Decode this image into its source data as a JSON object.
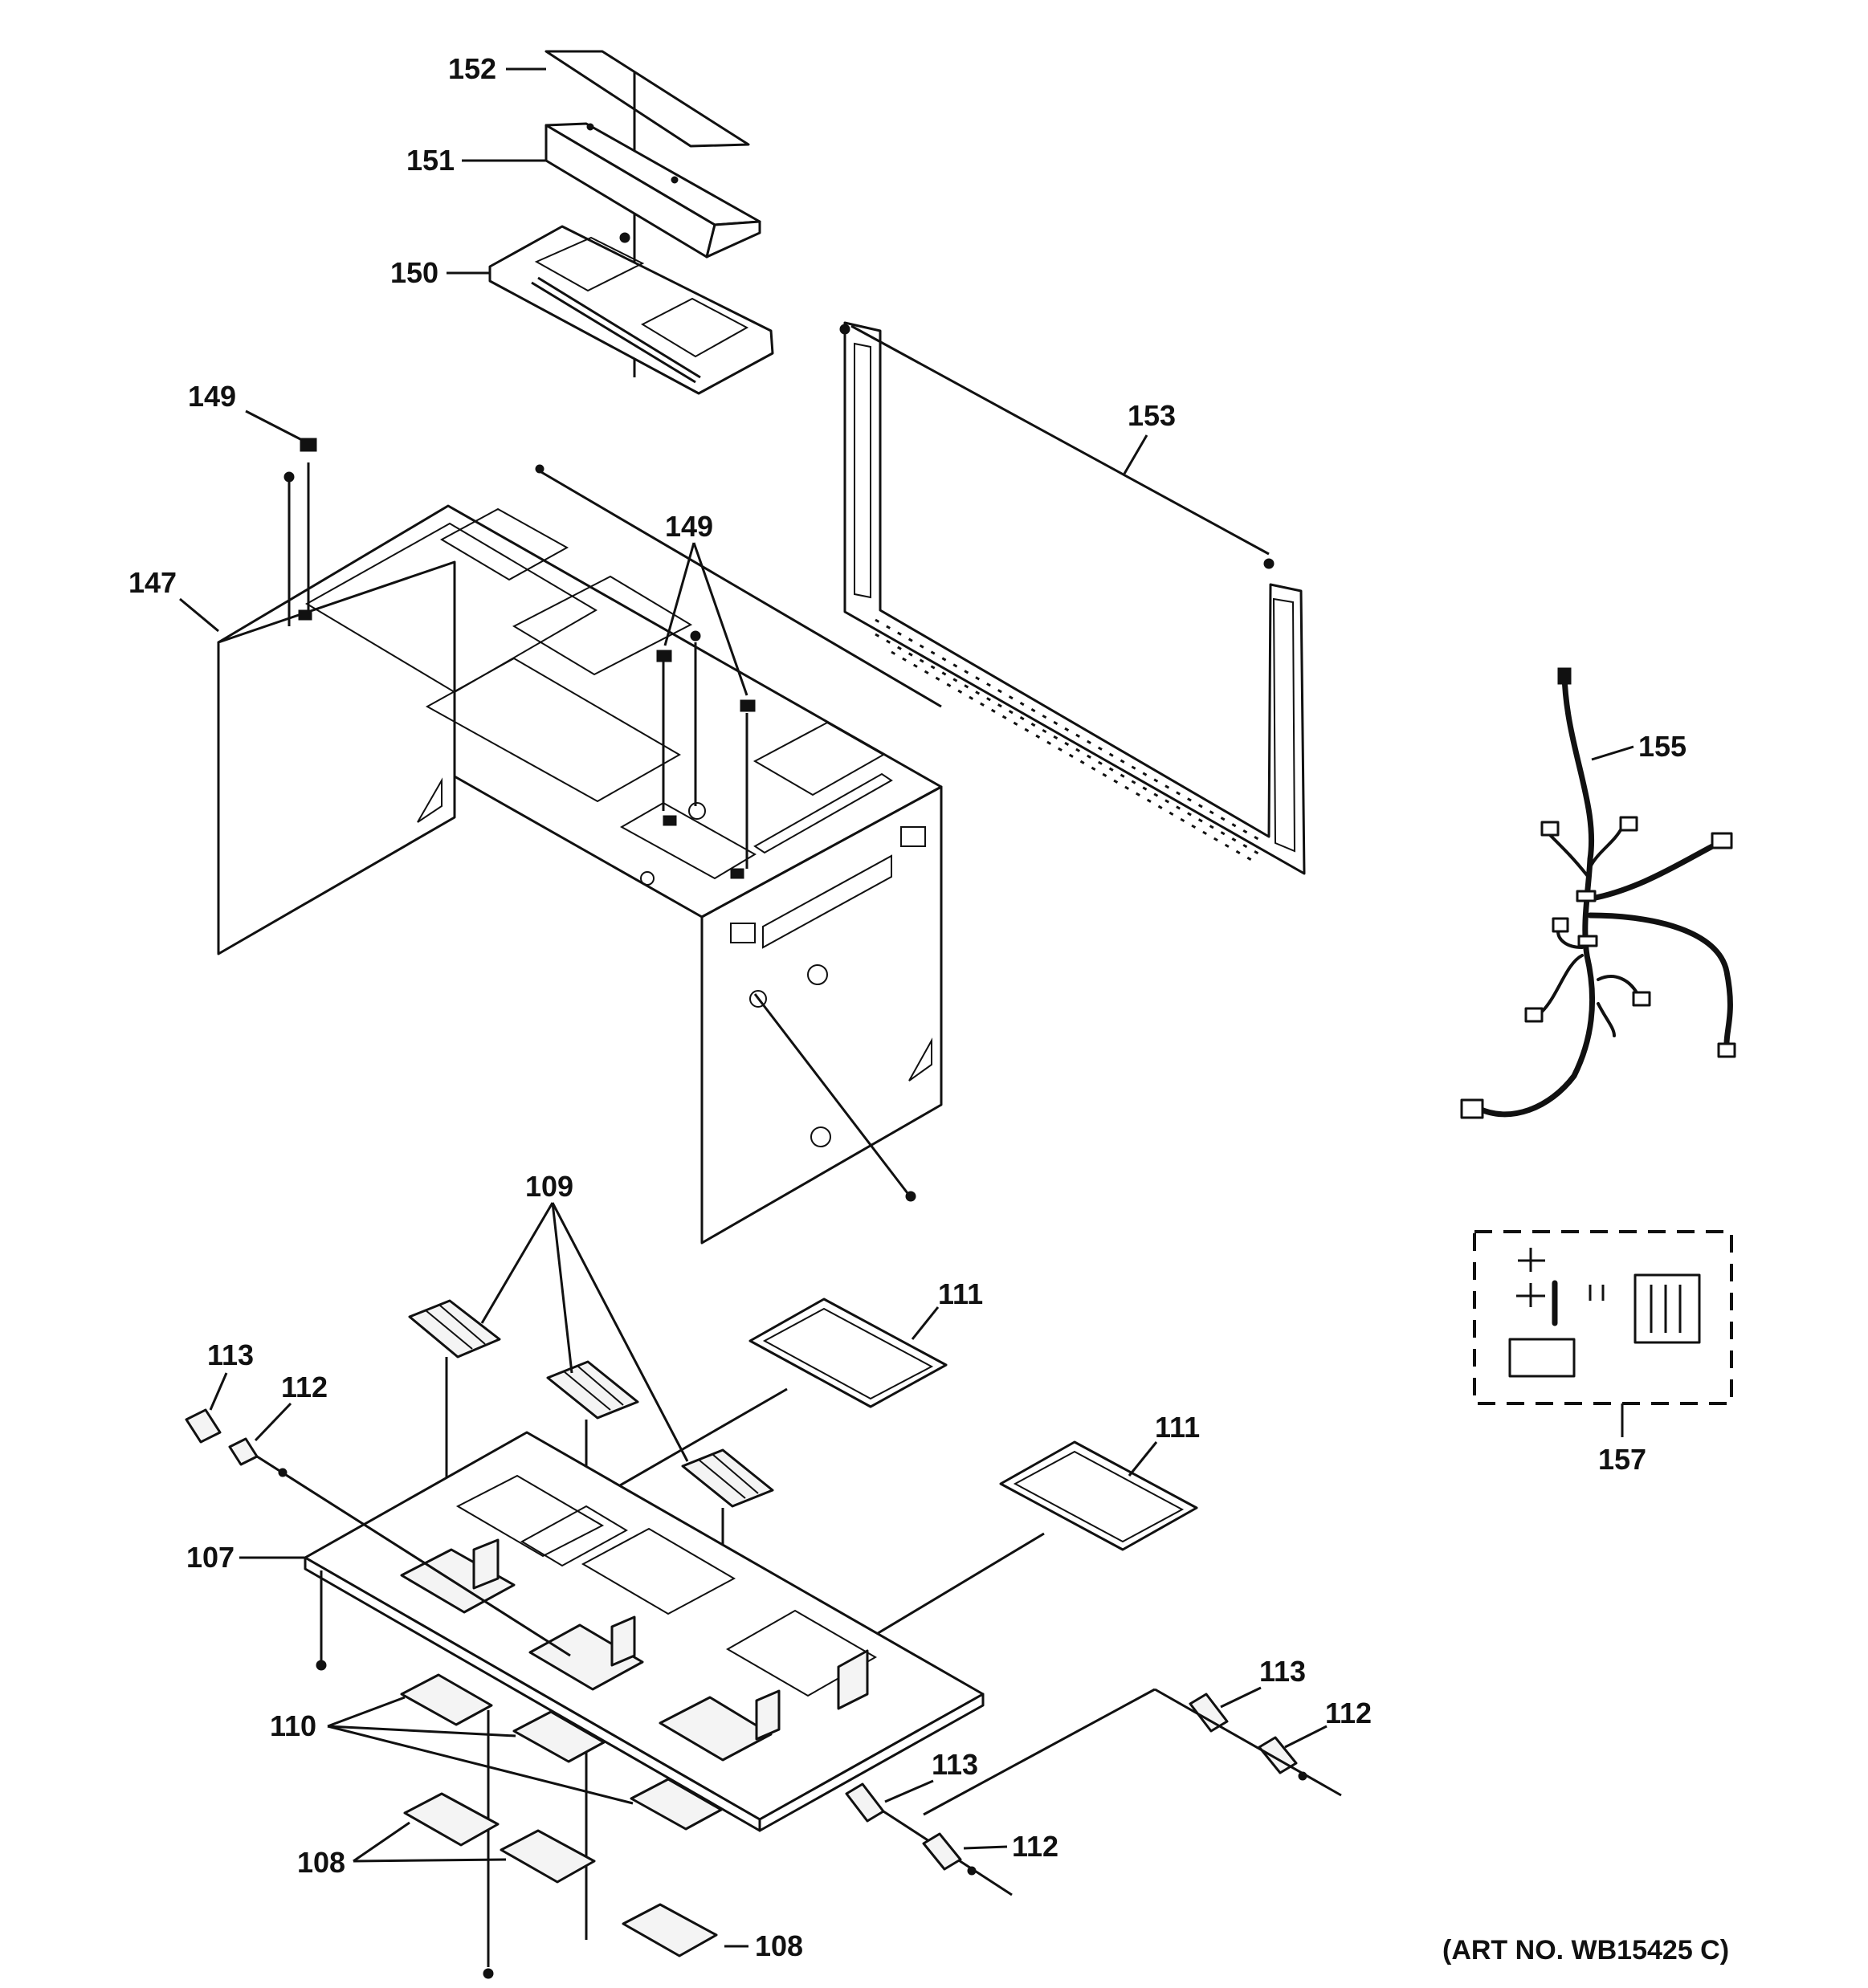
{
  "callouts": {
    "c152": "152",
    "c151": "151",
    "c150": "150",
    "c149_top": "149",
    "c149_mid": "149",
    "c147": "147",
    "c153": "153",
    "c155": "155",
    "c157": "157",
    "c109": "109",
    "c111_a": "111",
    "c111_b": "111",
    "c113_a": "113",
    "c112_a": "112",
    "c107": "107",
    "c110": "110",
    "c108_a": "108",
    "c108_b": "108",
    "c113_b": "113",
    "c112_b": "112",
    "c113_c": "113",
    "c112_c": "112"
  },
  "art_number": "(ART NO. WB15425 C)"
}
